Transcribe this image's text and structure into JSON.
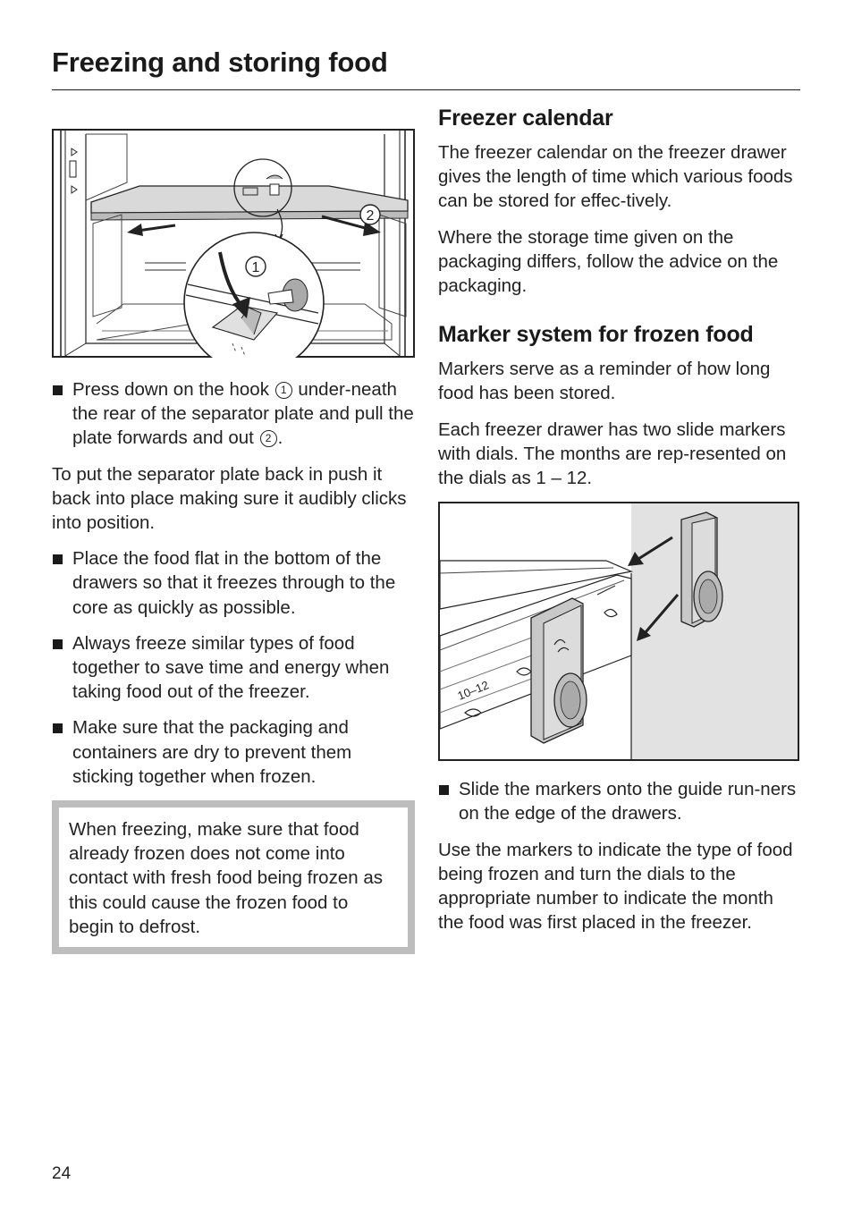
{
  "header": {
    "title": "Freezing and storing food"
  },
  "left_column": {
    "figure1": {
      "callout_1": "1",
      "callout_2": "2"
    },
    "bullet1": {
      "text_a": "Press down on the hook",
      "ref1": "1",
      "text_b": "under-neath the rear of the separator plate and pull the plate forwards and out",
      "ref2": "2",
      "text_c": "."
    },
    "paragraph1": "To put the separator plate back in push it back into place making sure it audibly clicks into position.",
    "bullets": [
      "Place the food flat in the bottom of the drawers so that it freezes through to the core as quickly as possible.",
      "Always freeze similar types of food together to save time and energy when taking food out of the freezer.",
      "Make sure that the packaging and containers are dry to prevent them sticking together when frozen."
    ],
    "note": "When freezing, make sure that food already frozen does not come into contact with fresh food being frozen as this could cause the frozen food to begin to defrost."
  },
  "right_column": {
    "freezer_calendar": {
      "heading": "Freezer calendar",
      "paragraphs": [
        "The freezer calendar on the freezer drawer gives the length of time which various foods can be stored for effec-tively.",
        "Where the storage time given on the packaging differs, follow the advice on the packaging."
      ]
    },
    "marker_system": {
      "heading": "Marker system for frozen food",
      "paragraphs": [
        "Markers serve as a reminder of how long food has been stored.",
        "Each freezer drawer has two slide markers with dials. The months are rep-resented on the dials as 1 – 12."
      ],
      "figure2": {
        "label": "10–12"
      },
      "bullet": "Slide the markers onto the guide run-ners on the edge of the drawers.",
      "closing": "Use the markers to indicate the type of food being frozen and turn the dials to the appropriate number to indicate the month the food was first placed in the freezer."
    }
  },
  "footer": {
    "page_number": "24"
  }
}
